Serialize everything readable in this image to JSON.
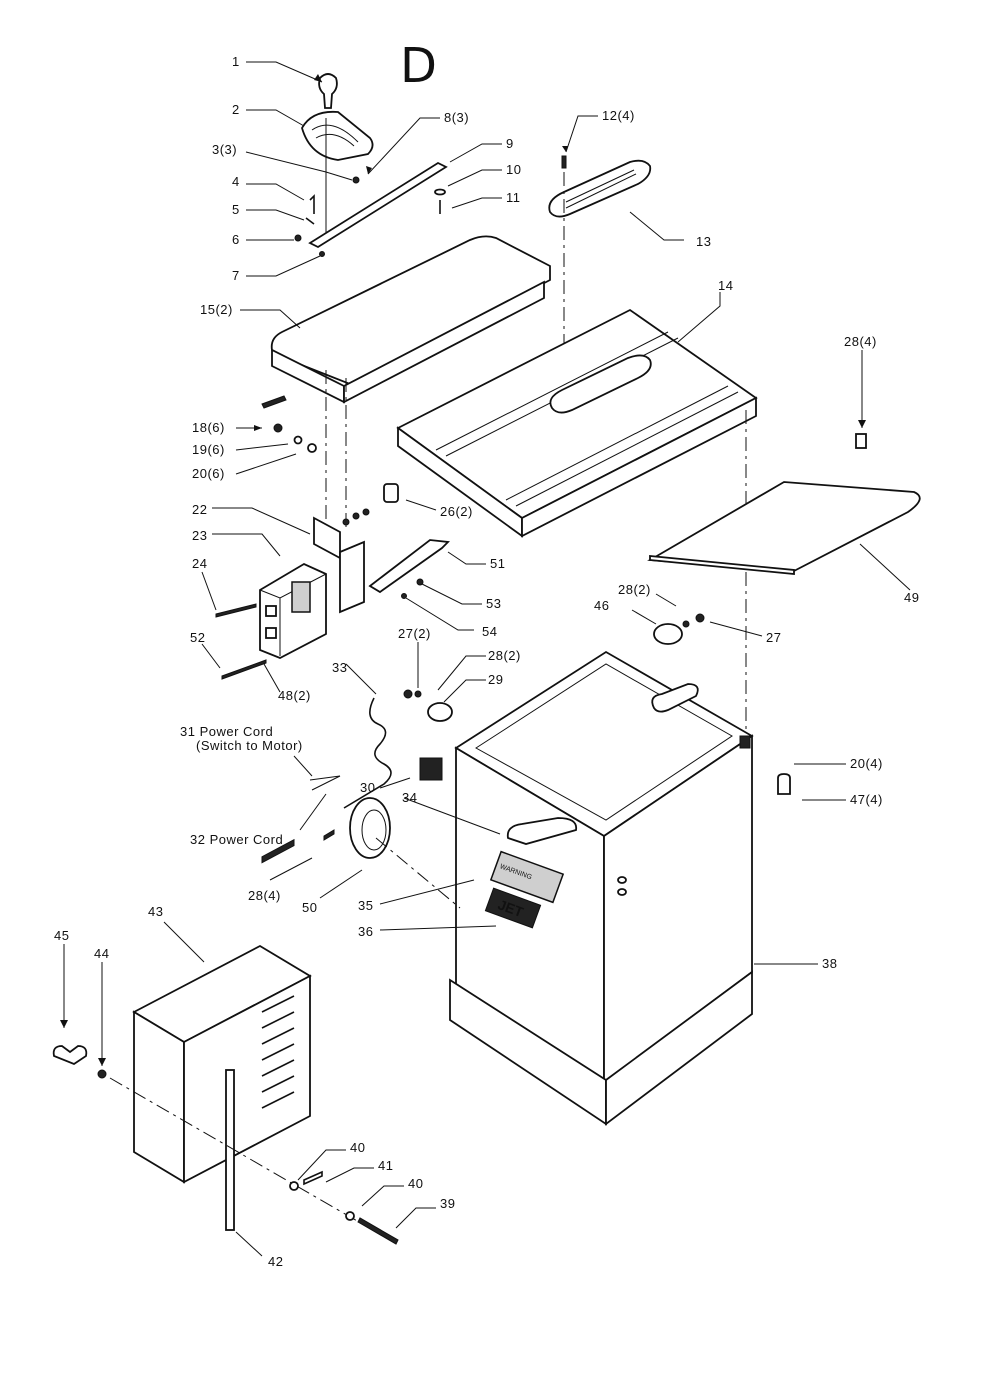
{
  "sheet_letter": "D",
  "callouts": [
    {
      "id": "1",
      "text": "1"
    },
    {
      "id": "2",
      "text": "2"
    },
    {
      "id": "3",
      "text": "3(3)"
    },
    {
      "id": "4",
      "text": "4"
    },
    {
      "id": "5",
      "text": "5"
    },
    {
      "id": "6",
      "text": "6"
    },
    {
      "id": "7",
      "text": "7"
    },
    {
      "id": "8",
      "text": "8(3)"
    },
    {
      "id": "9",
      "text": "9"
    },
    {
      "id": "10",
      "text": "10"
    },
    {
      "id": "11",
      "text": "11"
    },
    {
      "id": "12",
      "text": "12(4)"
    },
    {
      "id": "13",
      "text": "13"
    },
    {
      "id": "14",
      "text": "14"
    },
    {
      "id": "15",
      "text": "15(2)"
    },
    {
      "id": "18",
      "text": "18(6)"
    },
    {
      "id": "19",
      "text": "19(6)"
    },
    {
      "id": "20a",
      "text": "20(6)"
    },
    {
      "id": "22",
      "text": "22"
    },
    {
      "id": "23",
      "text": "23"
    },
    {
      "id": "24",
      "text": "24"
    },
    {
      "id": "26",
      "text": "26(2)"
    },
    {
      "id": "51",
      "text": "51"
    },
    {
      "id": "53",
      "text": "53"
    },
    {
      "id": "54",
      "text": "54"
    },
    {
      "id": "52",
      "text": "52"
    },
    {
      "id": "48",
      "text": "48(2)"
    },
    {
      "id": "28a",
      "text": "28(4)"
    },
    {
      "id": "49",
      "text": "49"
    },
    {
      "id": "28b",
      "text": "28(2)"
    },
    {
      "id": "46",
      "text": "46"
    },
    {
      "id": "27a",
      "text": "27"
    },
    {
      "id": "27b",
      "text": "27(2)"
    },
    {
      "id": "28c",
      "text": "28(2)"
    },
    {
      "id": "29",
      "text": "29"
    },
    {
      "id": "33",
      "text": "33"
    },
    {
      "id": "31a",
      "text": "31 Power Cord"
    },
    {
      "id": "31b",
      "text": "(Switch to Motor)"
    },
    {
      "id": "30",
      "text": "30"
    },
    {
      "id": "34",
      "text": "34"
    },
    {
      "id": "32",
      "text": "32 Power Cord"
    },
    {
      "id": "28d",
      "text": "28(4)"
    },
    {
      "id": "50",
      "text": "50"
    },
    {
      "id": "35",
      "text": "35"
    },
    {
      "id": "36",
      "text": "36"
    },
    {
      "id": "20b",
      "text": "20(4)"
    },
    {
      "id": "47",
      "text": "47(4)"
    },
    {
      "id": "38",
      "text": "38"
    },
    {
      "id": "43",
      "text": "43"
    },
    {
      "id": "45",
      "text": "45"
    },
    {
      "id": "44",
      "text": "44"
    },
    {
      "id": "40a",
      "text": "40"
    },
    {
      "id": "41",
      "text": "41"
    },
    {
      "id": "40b",
      "text": "40"
    },
    {
      "id": "39",
      "text": "39"
    },
    {
      "id": "42",
      "text": "42"
    }
  ],
  "decals": {
    "jet_logo": "JET",
    "warning": "WARNING"
  }
}
